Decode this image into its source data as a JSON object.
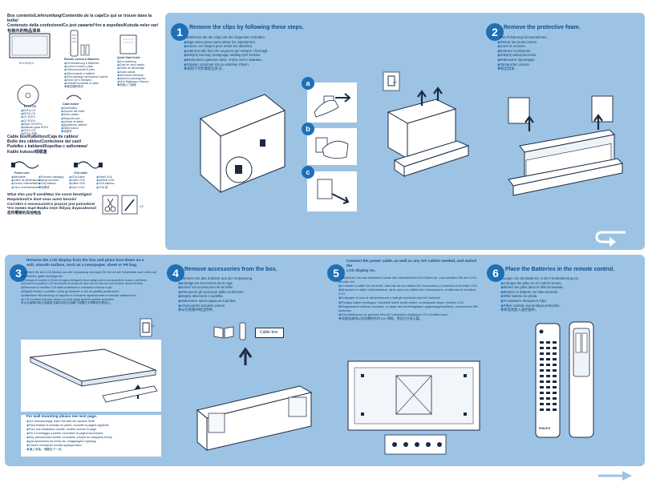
{
  "box_contents": {
    "title_lines": [
      "Box contents/Lieferumfang/Contenido de la caja/Ce qui se trouve dans la boîte/",
      "Contenuto della confezione/Co jest zawarte/Что в коробке/Kutuda neler var/",
      "包装内的物品清单"
    ],
    "monitor_label": "BDL3230QL",
    "remote_label": "Remote control & Batteries",
    "remote_items": [
      "Fernbedienung & Batterien",
      "Control remoto y pilas",
      "Télécommande et piles",
      "Telecomando e batterie",
      "Pilot zdalnego sterowania i baterie",
      "Пульт ДУ и батареи",
      "Uzaktan kumanda ve piller",
      "遥控器和电池"
    ],
    "guide_label": "Quick Start Guide",
    "guide_items": [
      "Kurzanleitung",
      "Guía de inicio rápido",
      "Guide de démarrage",
      "Guida rapida",
      "Skrócona instrukcja",
      "Краткое руководство",
      "Hızlı Başlangıç Kılavuzu",
      "快速入门指南"
    ],
    "cd_label": "EDFU CD",
    "cd_items": [
      "EDFU-CD",
      "EDFU-CD",
      "CD EDFU",
      "CD EDFU",
      "Płyta CD EDFU",
      "Компакт-диск EDFU",
      "EDFU CD",
      "EDFU 光盘"
    ],
    "cable_holder_label": "Cable holder",
    "cable_holder_items": [
      "Kabelhalter",
      "Soporte del cable",
      "Serre-câbles",
      "Supporto cavi",
      "Uchwyt na kable",
      "Держатель кабеля",
      "Kablo tutucu",
      "电缆夹"
    ],
    "cable_box_title_lines": [
      "Cable box/Kabelbox/Caja de cables/",
      "Boîte des câbles/Confezione dei cavi/",
      "Pudełko z kablami/Коробка с кабелями/",
      "Kablo kutusu/线缆盒"
    ],
    "power_cord_label": "Power cord",
    "power_cord_items": [
      "Netzkabel",
      "Cable de alimentación",
      "Cordon d'alimentation",
      "Cavo di alimentazione",
      "Przewód zasilający",
      "Шнур питания",
      "Güç kablosu",
      "电源线"
    ],
    "vga_label": "VGA cable",
    "vga_items": [
      "VGA-Kabel",
      "Cable VGA",
      "Câble VGA",
      "Cavo VGA",
      "Kabel VGA",
      "Кабель VGA",
      "VGA kablosu",
      "VGA 线"
    ],
    "need_title_lines": [
      "What else you'll need/Was Sie sonst benötigen/",
      "Requisitos/Ce dont vous aurez besoin/",
      "Cos'altro è necessario/Co jeszcze jest potrzebne/",
      "Что нужно еще/ Başka neye ihtiyaç duyacaksınız/",
      "您所需要的其他物品"
    ],
    "x2_label": "X2"
  },
  "step1": {
    "number": "1",
    "title": "Remove the clips by following these steps.",
    "instructions": [
      "Entfernen Sie die Clips mit den folgenden Schritten.",
      "Siga estos pasos para retirar los sujetadores.",
      "Suivez ces étapes pour retirer les attaches.",
      "Attenersi alle fasi che seguono per estrarre i fermagli.",
      "Zdejmij zaczepy postępując według tych kroków.",
      "Выполните данные шаги, чтобы снять зажимы.",
      "Klipsleri çıkarmak için şu adımları izleyin.",
      "按照下列步骤取出夹子。"
    ],
    "sub_a": "a",
    "sub_b": "b",
    "sub_c": "c",
    "x2_label": "X2"
  },
  "step2": {
    "number": "2",
    "title": "Remove the protective foam.",
    "instructions": [
      "Die Polsterung herausnehmen.",
      "Retirar las protecciones.",
      "Sortir la mousse.",
      "Estrarre il polistirolo.",
      "Zdejmij zabezpieczenie.",
      "Извлеките прокладку.",
      "Tampon'ları çıkarın.",
      "取出泡沫"
    ]
  },
  "step3": {
    "number": "3",
    "title_lines": [
      "Remove the LCD display from the box and place face-down on a",
      "soft, smooth surface, such as a newspaper, sheet or PE bag."
    ],
    "instructions": [
      "Nehmen Sie den LCD-Monitor aus der Verpackung und legen Sie ihn mit der Vorderseite nach unten auf eine weiche, glatte Unterlage ab.",
      "Extraiga el monitor LCD de la caja y colóquelo boca abajo sobre una superficie suave y uniforme.",
      "Sortez le moniteur LCD de la boîte et posez-le face vers le bas sur une surface douce et lisse.",
      "Rimuovere il monitor LCD dalla confezione e collocarlo a faccia in giù.",
      "Wyjmij monitor z pudełka i połóż go ekranem w dół na gładkiej powierzchni.",
      "Извлеките ЖК-монитор из коробки и положите экраном вниз на мягкую поверхность.",
      "LCD monitörü kutudan çıkarın ve yüzü aşağı gelecek şekilde yerleştirin.",
      "从包装箱中取出液晶显示器并将其正面朝下放置在平滑柔软的表面上。"
    ],
    "x2_label": "X2",
    "wall_title": "For wall mounting please see next page.",
    "wall_items": [
      "Zur Wandmontage lesen Sie bitte die nächste Seite.",
      "Para realizar el montaje en pared, consulte la página siguiente.",
      "Pour une installation murale, veuillez tourner la page.",
      "Per il montaggio a parete consultare la pagina successiva.",
      "Aby zamontować monitor na ścianie, przejdź do następnej strony.",
      "Для крепления на стену см. следующую страницу.",
      "Duvara montaj için sonraki sayfaya bakın.",
      "墙上安装：请翻至下一页。"
    ]
  },
  "step4": {
    "number": "4",
    "title": "Remove accessories from the box.",
    "instructions": [
      "Nehmen Sie das Zubehör aus der Verpackung.",
      "Extraiga los accesorios de la caja.",
      "Sortez les accessoires de la boîte.",
      "Rimuovere gli accessori dalla confezione.",
      "Wyjmij akcesoria z pudełka.",
      "Извлеките аксессуары из коробки.",
      "Aksesuarları kutudan çıkarın.",
      "从包装箱中取出附件。"
    ],
    "cable_box_label": "Cable box"
  },
  "step5": {
    "number": "5",
    "title_lines": [
      "Connect the power cable, as well as any A/V cables needed, and switch the",
      "LCD display on."
    ],
    "instructions": [
      "Schließen Sie das Netzkabel sowie alle erforderlichen A/V-Kabel an, und schalten Sie den LCD-Monitor ein.",
      "Conecte el cable de corriente, además de los cables A/V necesarios y encienda el monitor LCD.",
      "Branchez le câble d'alimentation, ainsi que tous câbles A/V nécessaires, et allumez le moniteur LCD.",
      "Collegare il cavo di alimentazione e tutti gli eventuali cavi A/V richiesti.",
      "Podłącz kabel zasilający i wszelkie kable audio-wideo, a następnie włącz monitor LCD.",
      "Подключите кабель питания, а также все необходимые аудио/видеокабели, и включите ЖК-монитор.",
      "Güç kablosunu ve gereken tüm A/V kablolarını bağlayıp LCD monitörü açın.",
      "连接电源线以及所需的任何 A/V 线缆，然后打开显示器。"
    ]
  },
  "step6": {
    "number": "6",
    "title": "Place the Batteries in the remote control.",
    "instructions": [
      "Legen Sie die Batterien in die Fernbedienung ein.",
      "Coloque las pilas en el control remoto.",
      "Mettez les piles dans la télécommande.",
      "Mettere le batterie nel telecomando.",
      "Włóż baterie do pilota.",
      "Установите батареи в ПДУ.",
      "Pilleri uzaktan kumandaya yerleştirin.",
      "将电池放入遥控器中。"
    ],
    "brand_label": "PHILIPS"
  },
  "colors": {
    "panel": "#9cc3e3",
    "accent": "#1d6fb6",
    "title": "#0d4f8b"
  }
}
